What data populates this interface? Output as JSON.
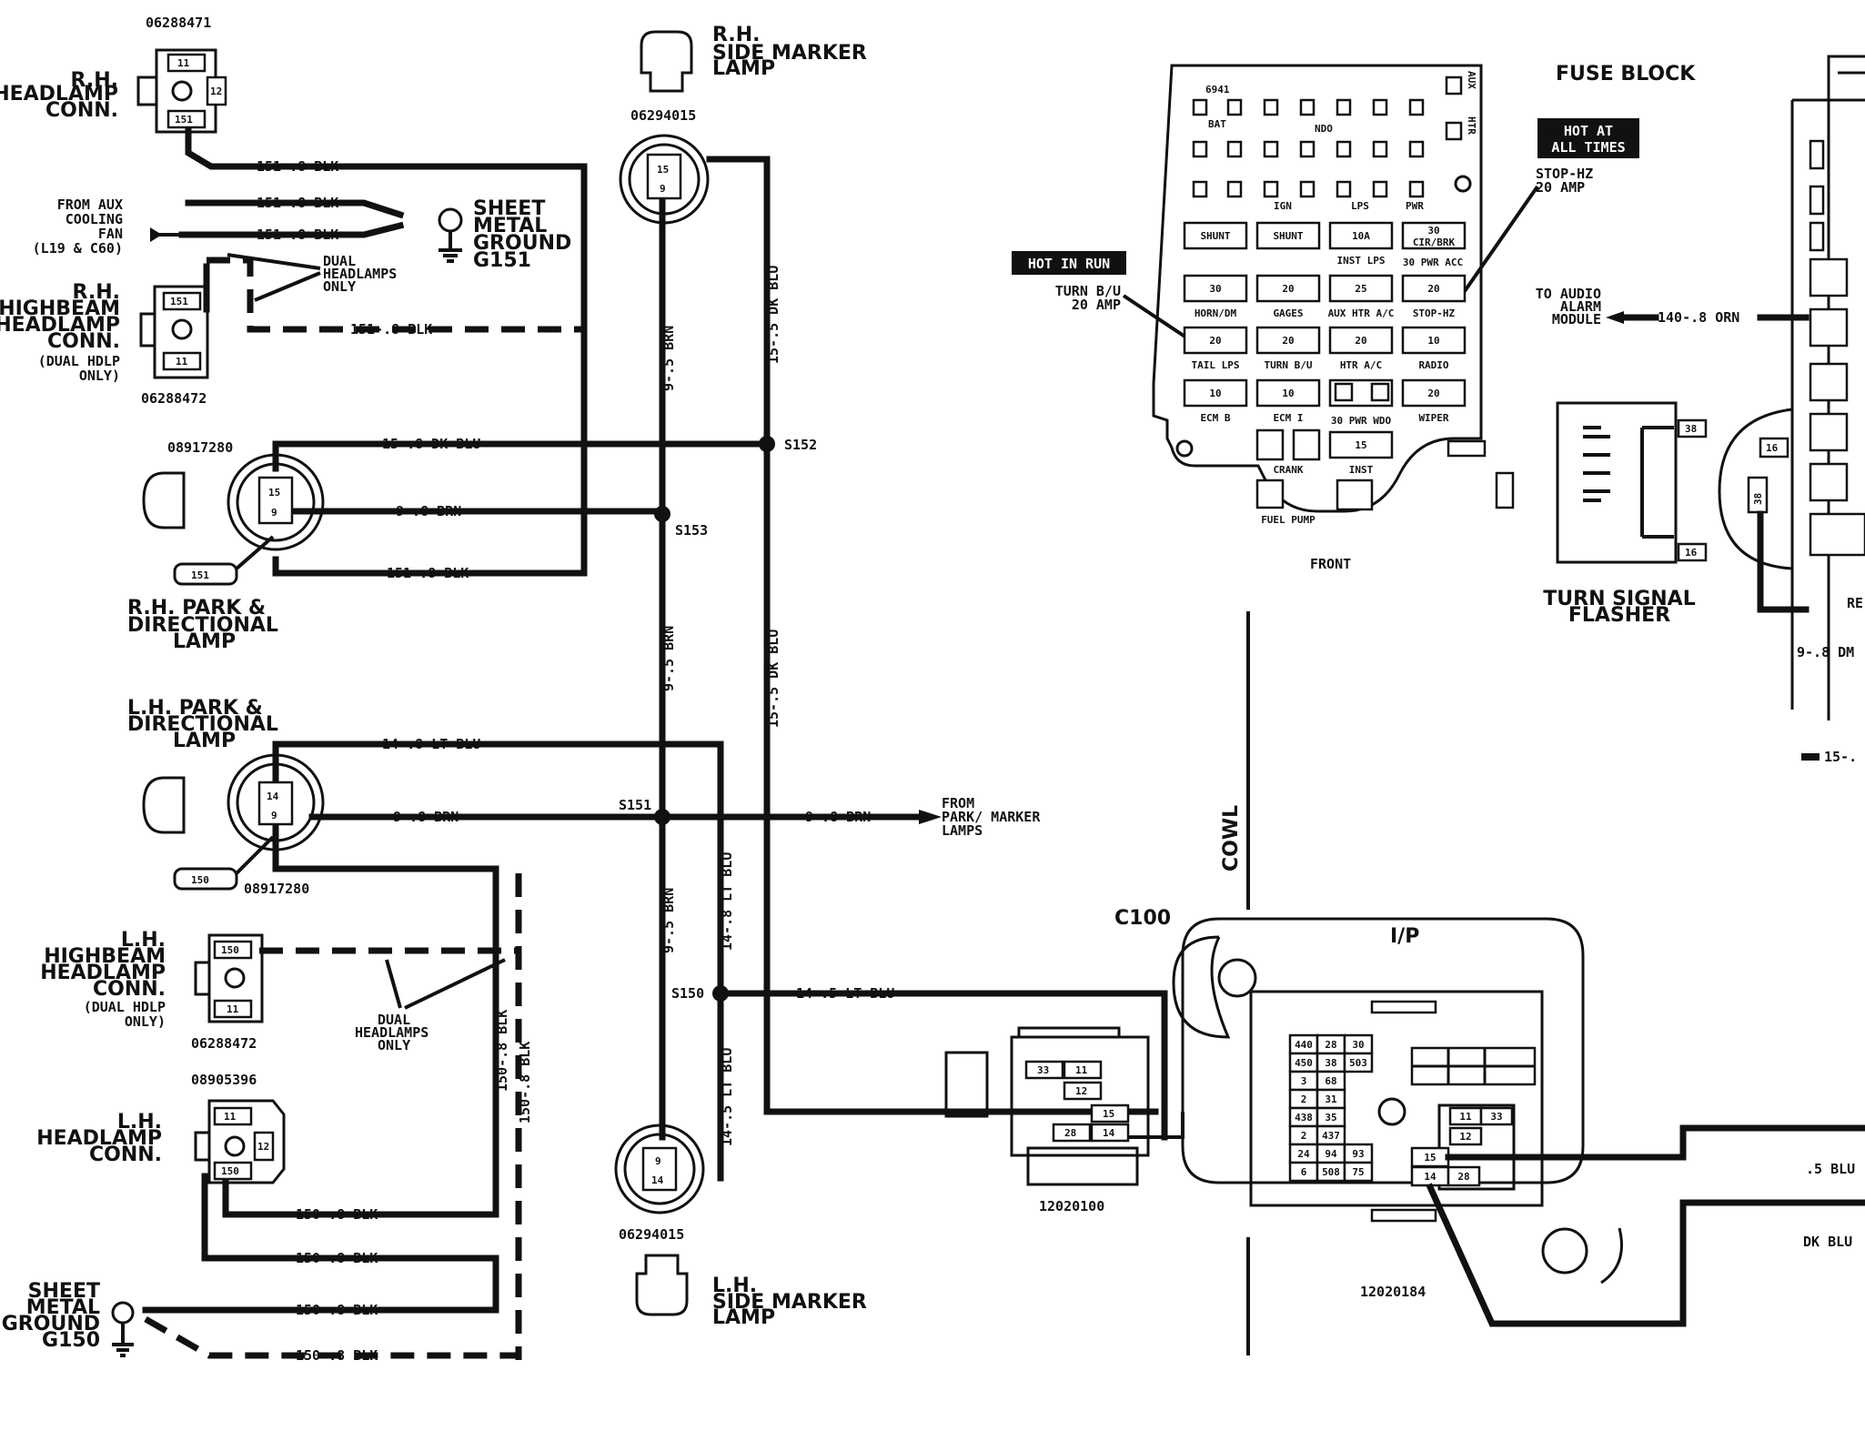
{
  "rh_headlamp": {
    "part": "06288471",
    "title": [
      "R.H.",
      "HEADLAMP",
      "CONN."
    ],
    "pins": [
      "11",
      "12",
      "151"
    ]
  },
  "rh_highbeam": {
    "part": "06288472",
    "title": [
      "R.H.",
      "HIGHBEAM",
      "HEADLAMP",
      "CONN."
    ],
    "note": [
      "(DUAL HDLP",
      "ONLY)"
    ],
    "pins": [
      "151",
      "11"
    ]
  },
  "aux_fan": [
    "FROM AUX",
    "COOLING",
    "FAN",
    "(L19 & C60)"
  ],
  "dual_note_top": [
    "DUAL",
    "HEADLAMPS",
    "ONLY"
  ],
  "ground_g151": [
    "SHEET",
    "METAL",
    "GROUND",
    "G151"
  ],
  "rh_side_marker": {
    "part": "06294015",
    "title": [
      "R.H.",
      "SIDE MARKER",
      "LAMP"
    ],
    "pins": [
      "15",
      "9"
    ]
  },
  "rh_park": {
    "part": "08917280",
    "badge": "151",
    "title": [
      "R.H. PARK &",
      "DIRECTIONAL",
      "LAMP"
    ],
    "pins": [
      "15",
      "9"
    ]
  },
  "lh_park": {
    "part": "08917280",
    "badge": "150",
    "title": [
      "L.H. PARK &",
      "DIRECTIONAL",
      "LAMP"
    ],
    "pins": [
      "14",
      "9"
    ]
  },
  "lh_highbeam": {
    "part": "06288472",
    "title": [
      "L.H.",
      "HIGHBEAM",
      "HEADLAMP",
      "CONN."
    ],
    "note": [
      "(DUAL HDLP",
      "ONLY)"
    ],
    "pins": [
      "150",
      "11"
    ]
  },
  "dual_note_bottom": [
    "DUAL",
    "HEADLAMPS",
    "ONLY"
  ],
  "lh_headlamp": {
    "part": "08905396",
    "title": [
      "L.H.",
      "HEADLAMP",
      "CONN."
    ],
    "pins": [
      "11",
      "12",
      "150"
    ]
  },
  "ground_g150": [
    "SHEET",
    "METAL",
    "GROUND",
    "G150"
  ],
  "lh_side_marker": {
    "part": "06294015",
    "title": [
      "L.H.",
      "SIDE MARKER",
      "LAMP"
    ],
    "pins": [
      "9",
      "14"
    ]
  },
  "wires": {
    "w151_1": "151-.8 BLK",
    "w151_2": "151-.8 BLK",
    "w151_3": "151-.8 BLK",
    "w151_4": "151-.8 BLK",
    "w151_5": "151-.8 BLK",
    "w15_dkblu": "15-.8 DK BLU",
    "w9_brn_top": "9-.8 BRN",
    "w14_ltblu": "14-.8 LT BLU",
    "w9_brn_mid": "9-.8 BRN",
    "w9_brn_park": "9-.8 BRN",
    "w14_5_ltblu": "14-.5 LT BLU",
    "w150_1": "150-.8 BLK",
    "w150_2": "150-.8 BLK",
    "w150_3": "150-.8 BLK",
    "w150_4": "150-.8 BLK",
    "v9_5_brn_a": "9-.5 BRN",
    "v9_5_brn_b": "9-.5 BRN",
    "v9_5_brn_c": "9-.5 BRN",
    "v15_5_dkblu_a": "15-.5 DK BLU",
    "v15_5_dkblu_b": "15-.5 DK BLU",
    "v14_8_ltblu": "14-.8 LT BLU",
    "v14_5_ltblu": "14-.5 LT BLU",
    "v150_8_blk_a": "150-.8 BLK",
    "v150_8_blk_b": "150-.8 BLK",
    "w140_orn": "140-.8 ORN",
    "w9_dm": "9-.8 DM",
    "w15_dash": "15-.",
    "w5_blu": ".5 BLU",
    "w_dkblu": "DK BLU"
  },
  "splices": {
    "s152": "S152",
    "s153": "S153",
    "s151": "S151",
    "s150": "S150"
  },
  "park_marker": [
    "FROM",
    "PARK/ MARKER",
    "LAMPS"
  ],
  "fuse_block": {
    "title": "FUSE BLOCK",
    "hot_at_all_times": [
      "HOT AT",
      "ALL TIMES"
    ],
    "hot_in_run": "HOT IN RUN",
    "stop_hz": [
      "STOP-HZ",
      "20 AMP"
    ],
    "turn_bu": [
      "TURN B/U",
      "20 AMP"
    ],
    "front": "FRONT",
    "code": "6941",
    "bat": "BAT",
    "ndo": "NDO",
    "ign": "IGN",
    "lps": "LPS",
    "pwr": "PWR",
    "aux": "AUX",
    "htr": "HTR",
    "rows": [
      {
        "values": [
          "SHUNT",
          "SHUNT",
          "10A",
          "30"
        ],
        "labels": [
          "",
          "",
          "INST LPS",
          "CIR/BRK"
        ],
        "sub": "30 PWR ACC"
      },
      {
        "values": [
          "30",
          "20",
          "25",
          "20"
        ],
        "labels": [
          "HORN/DM",
          "GAGES",
          "AUX HTR A/C",
          "STOP-HZ"
        ]
      },
      {
        "values": [
          "20",
          "20",
          "20",
          "10"
        ],
        "labels": [
          "TAIL LPS",
          "TURN B/U",
          "HTR A/C",
          "RADIO"
        ]
      },
      {
        "values": [
          "10",
          "10",
          "",
          "20"
        ],
        "labels": [
          "ECM B",
          "ECM I",
          "30 PWR WDO",
          "WIPER"
        ]
      },
      {
        "values": [
          "",
          "",
          "15"
        ],
        "labels": [
          "CRANK",
          "",
          "INST"
        ]
      }
    ],
    "fuel_pump": "FUEL PUMP"
  },
  "audio_alarm": [
    "TO AUDIO",
    "ALARM",
    "MODULE"
  ],
  "turn_signal_flasher": {
    "title": [
      "TURN SIGNAL",
      "FLASHER"
    ],
    "pins": [
      "38",
      "16"
    ]
  },
  "right_edge": {
    "pins": [
      "16",
      "38"
    ],
    "partial": "RE"
  },
  "cowl": "COWL",
  "c100": "C100",
  "ip": "I/P",
  "c100_conn": {
    "part": "12020100",
    "pins": [
      "33",
      "11",
      "12",
      "15",
      "28",
      "14"
    ]
  },
  "ip_conn": {
    "part": "12020184",
    "grid": [
      [
        "440",
        "28",
        "30"
      ],
      [
        "450",
        "38",
        "503"
      ],
      [
        "3",
        "68",
        ""
      ],
      [
        "2",
        "31",
        ""
      ],
      [
        "438",
        "35",
        ""
      ],
      [
        "2",
        "437",
        ""
      ],
      [
        "24",
        "94",
        "93"
      ],
      [
        "6",
        "508",
        "75"
      ]
    ],
    "right_pins": [
      [
        "11",
        "33"
      ],
      [
        "12",
        ""
      ],
      [
        "15",
        ""
      ],
      [
        "14",
        "28"
      ]
    ]
  }
}
